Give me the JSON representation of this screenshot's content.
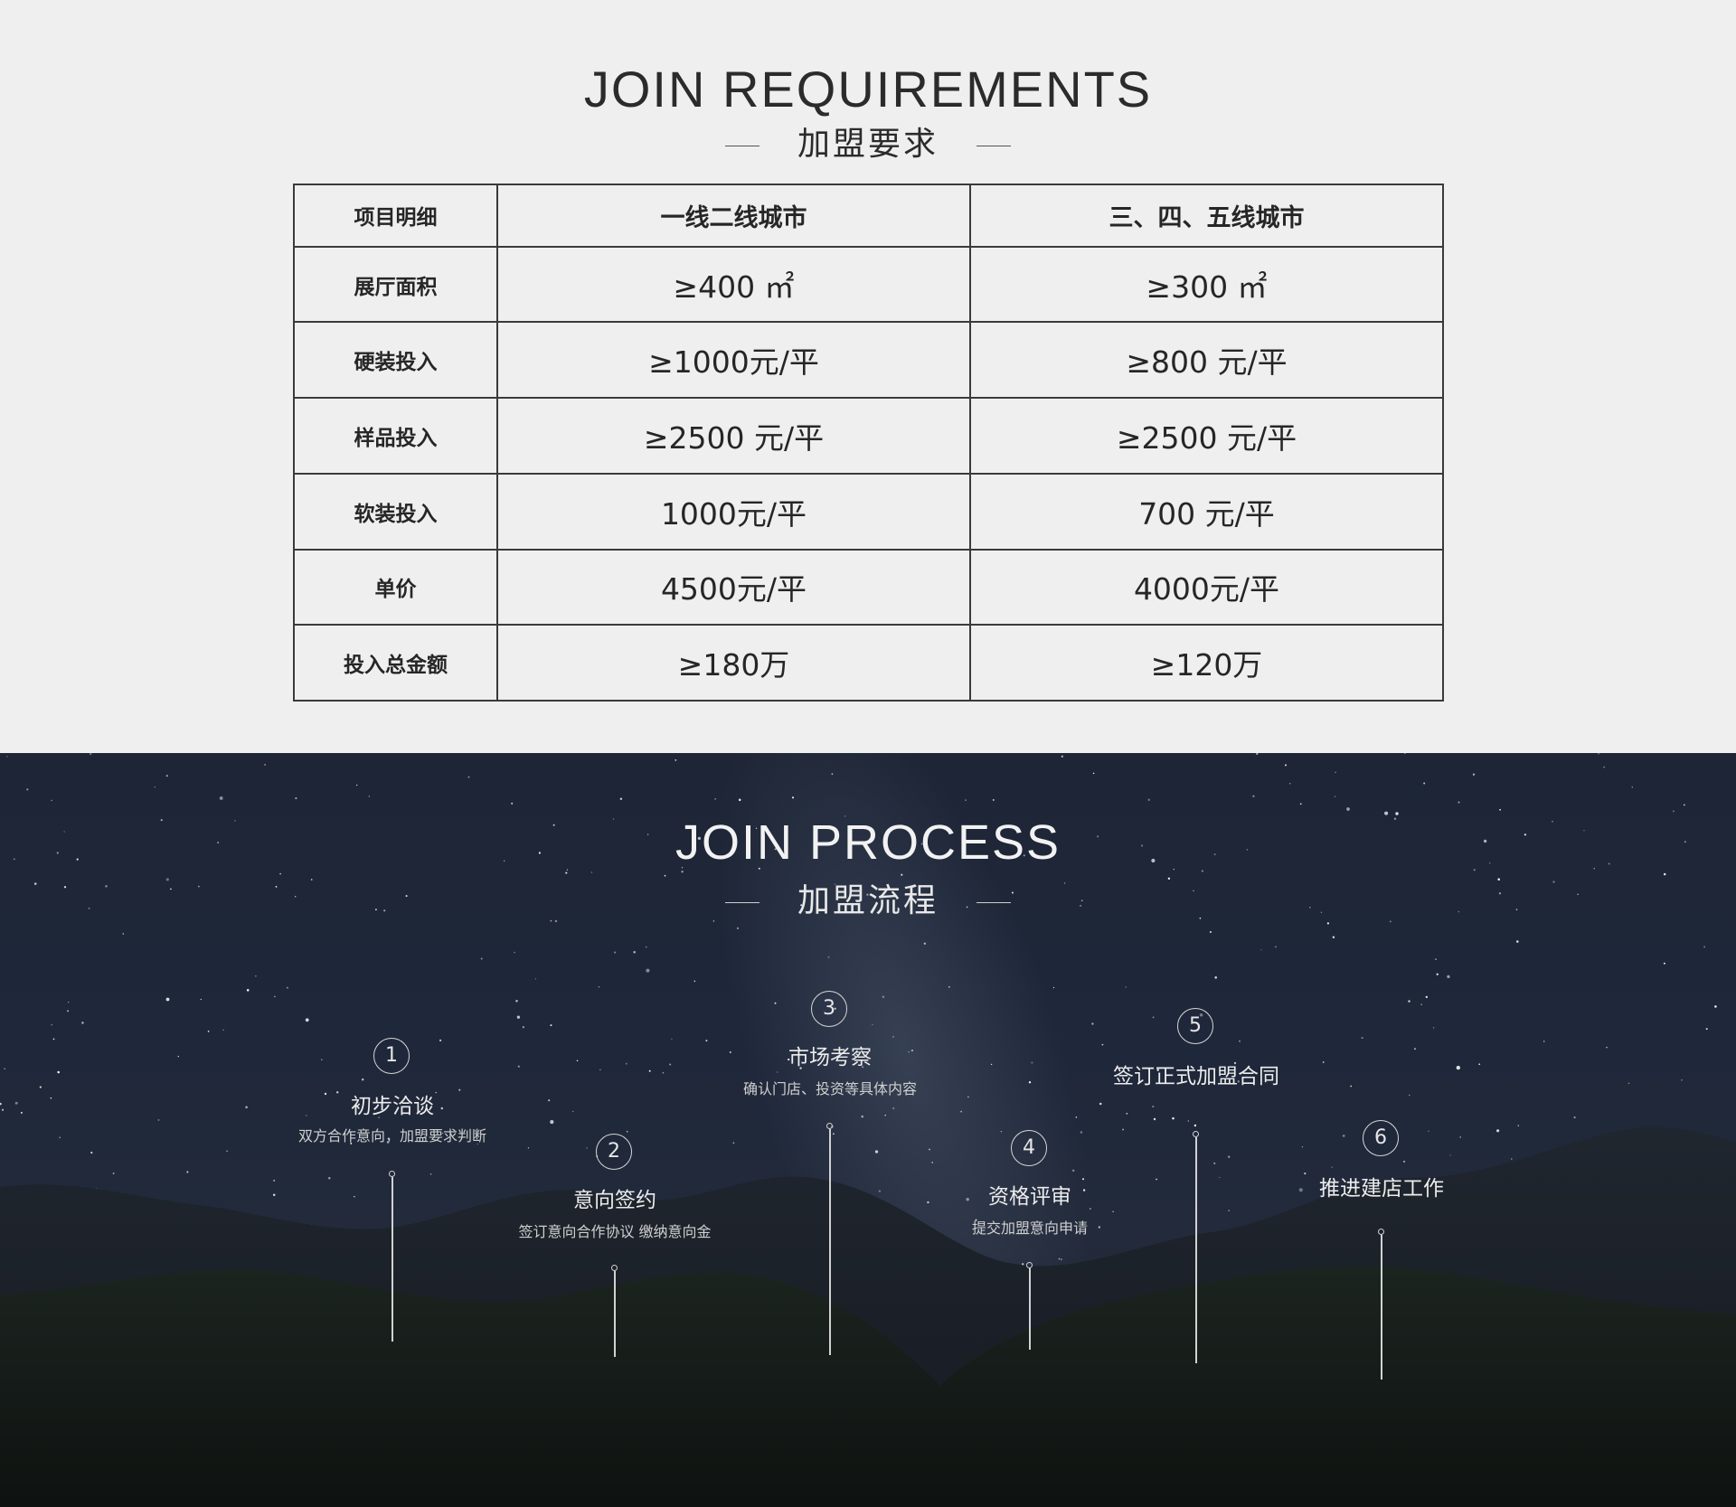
{
  "requirements": {
    "title": "JOIN REQUIREMENTS",
    "subtitle": "加盟要求",
    "header": [
      "项目明细",
      "一线二线城市",
      "三、四、五线城市"
    ],
    "rows": [
      {
        "label": "展厅面积",
        "tier12": "≥400 ㎡",
        "tier345": "≥300 ㎡"
      },
      {
        "label": "硬装投入",
        "tier12": "≥1000元/平",
        "tier345": "≥800 元/平"
      },
      {
        "label": "样品投入",
        "tier12": "≥2500 元/平",
        "tier345": "≥2500 元/平"
      },
      {
        "label": "软装投入",
        "tier12": "1000元/平",
        "tier345": "700 元/平"
      },
      {
        "label": "单价",
        "tier12": "4500元/平",
        "tier345": "4000元/平"
      },
      {
        "label": "投入总金额",
        "tier12": "≥180万",
        "tier345": "≥120万"
      }
    ]
  },
  "process": {
    "title": "JOIN PROCESS",
    "subtitle": "加盟流程",
    "steps": [
      {
        "num": "1",
        "title": "初步洽谈",
        "desc": "双方合作意向，加盟要求判断"
      },
      {
        "num": "2",
        "title": "意向签约",
        "desc": "签订意向合作协议 缴纳意向金"
      },
      {
        "num": "3",
        "title": "市场考察",
        "desc": "确认门店、投资等具体内容"
      },
      {
        "num": "4",
        "title": "资格评审",
        "desc": "提交加盟意向申请"
      },
      {
        "num": "5",
        "title": "签订正式加盟合同",
        "desc": ""
      },
      {
        "num": "6",
        "title": "推进建店工作",
        "desc": ""
      }
    ]
  },
  "colors": {
    "page_bg": "#efefef",
    "table_border": "#3a3a3a",
    "night_sky": "#1f283a",
    "mountain_dark": "#12161d"
  }
}
